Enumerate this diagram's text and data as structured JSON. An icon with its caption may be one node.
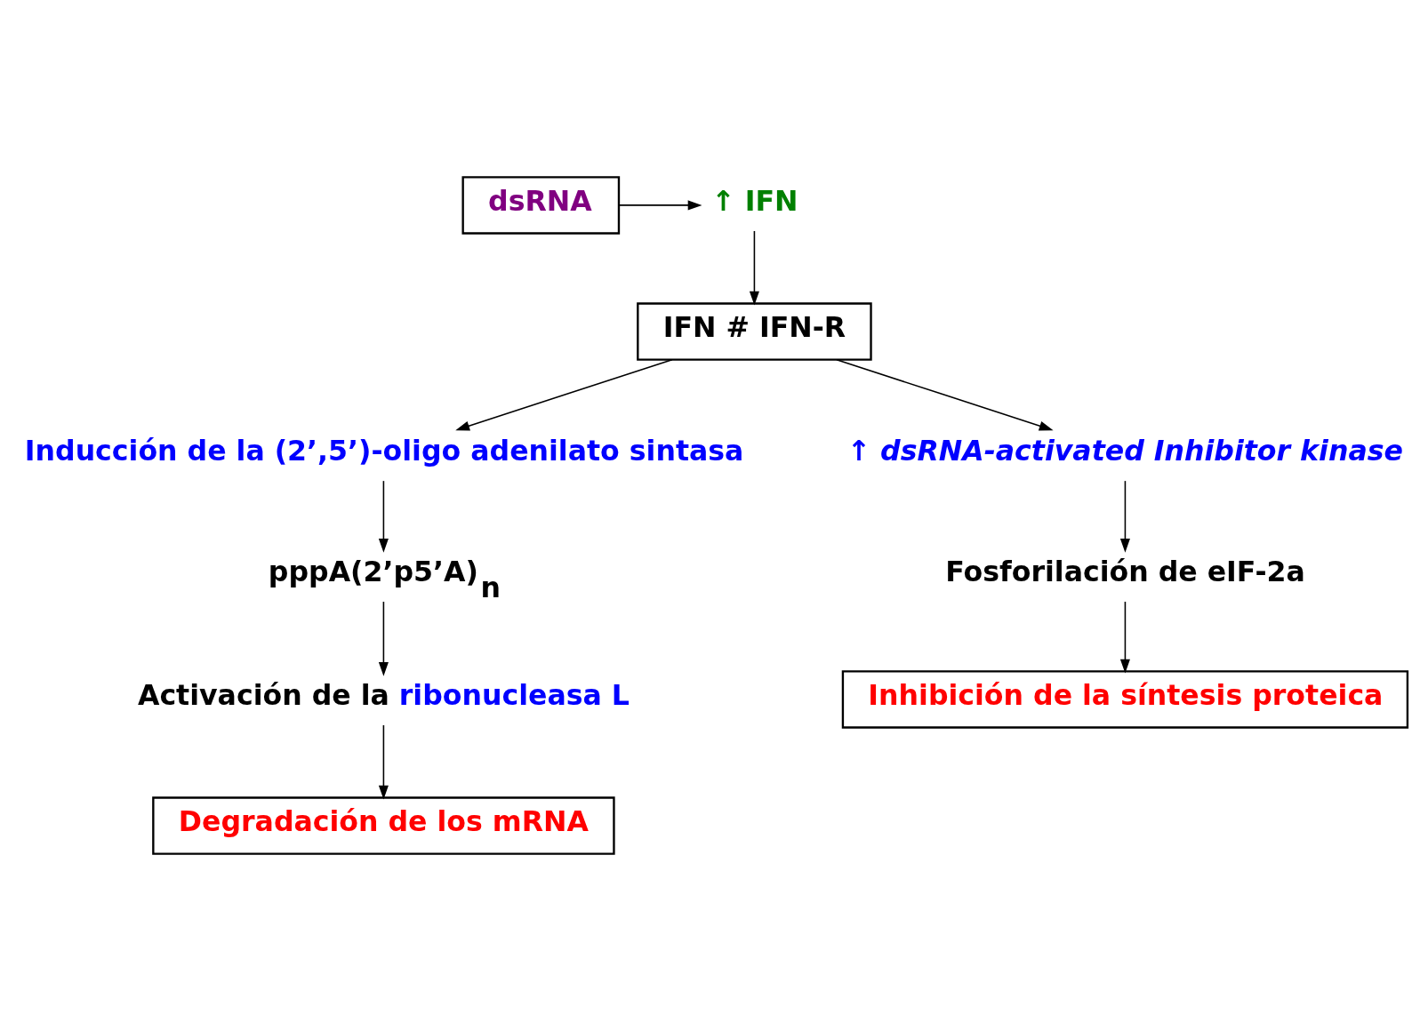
{
  "diagram": {
    "nodes": [
      {
        "text": [
          "dsRNA"
        ]
      },
      {
        "text": [
          "↑ IFN"
        ]
      },
      {
        "text": [
          "IFN # IFN-R"
        ]
      },
      {
        "text": [
          "Inducción de la (2’,5’)-oligo adenilato sintasa"
        ]
      },
      {
        "text": [
          "↑ dsRNA-activated Inhibitor kinase"
        ]
      },
      {
        "text": [
          "pppA(2’p5’A)$_{n}$"
        ]
      },
      {
        "text": [
          "Fosforilación de eIF-2a"
        ]
      },
      {
        "text": [
          "Activación de la",
          "ribonucleasa L"
        ]
      },
      {
        "text": [
          "Degradación de los mRNA"
        ]
      },
      {
        "text": [
          "Inhibición de la síntesis proteica"
        ]
      }
    ],
    "edges": [
      {
        "from": 0,
        "to": 1,
        "arrow": "to"
      },
      {
        "from": 1,
        "to": 2,
        "arrow": "to"
      },
      {
        "from": 2,
        "to": 3,
        "arrow": "to"
      },
      {
        "from": 2,
        "to": 4,
        "arrow": "to"
      },
      {
        "from": 3,
        "to": 5,
        "arrow": "to"
      },
      {
        "from": 5,
        "to": 7,
        "arrow": "to"
      },
      {
        "from": 7,
        "to": 8,
        "arrow": "to"
      },
      {
        "from": 4,
        "to": 6,
        "arrow": "to"
      },
      {
        "from": 6,
        "to": 9,
        "arrow": "to"
      }
    ]
  }
}
